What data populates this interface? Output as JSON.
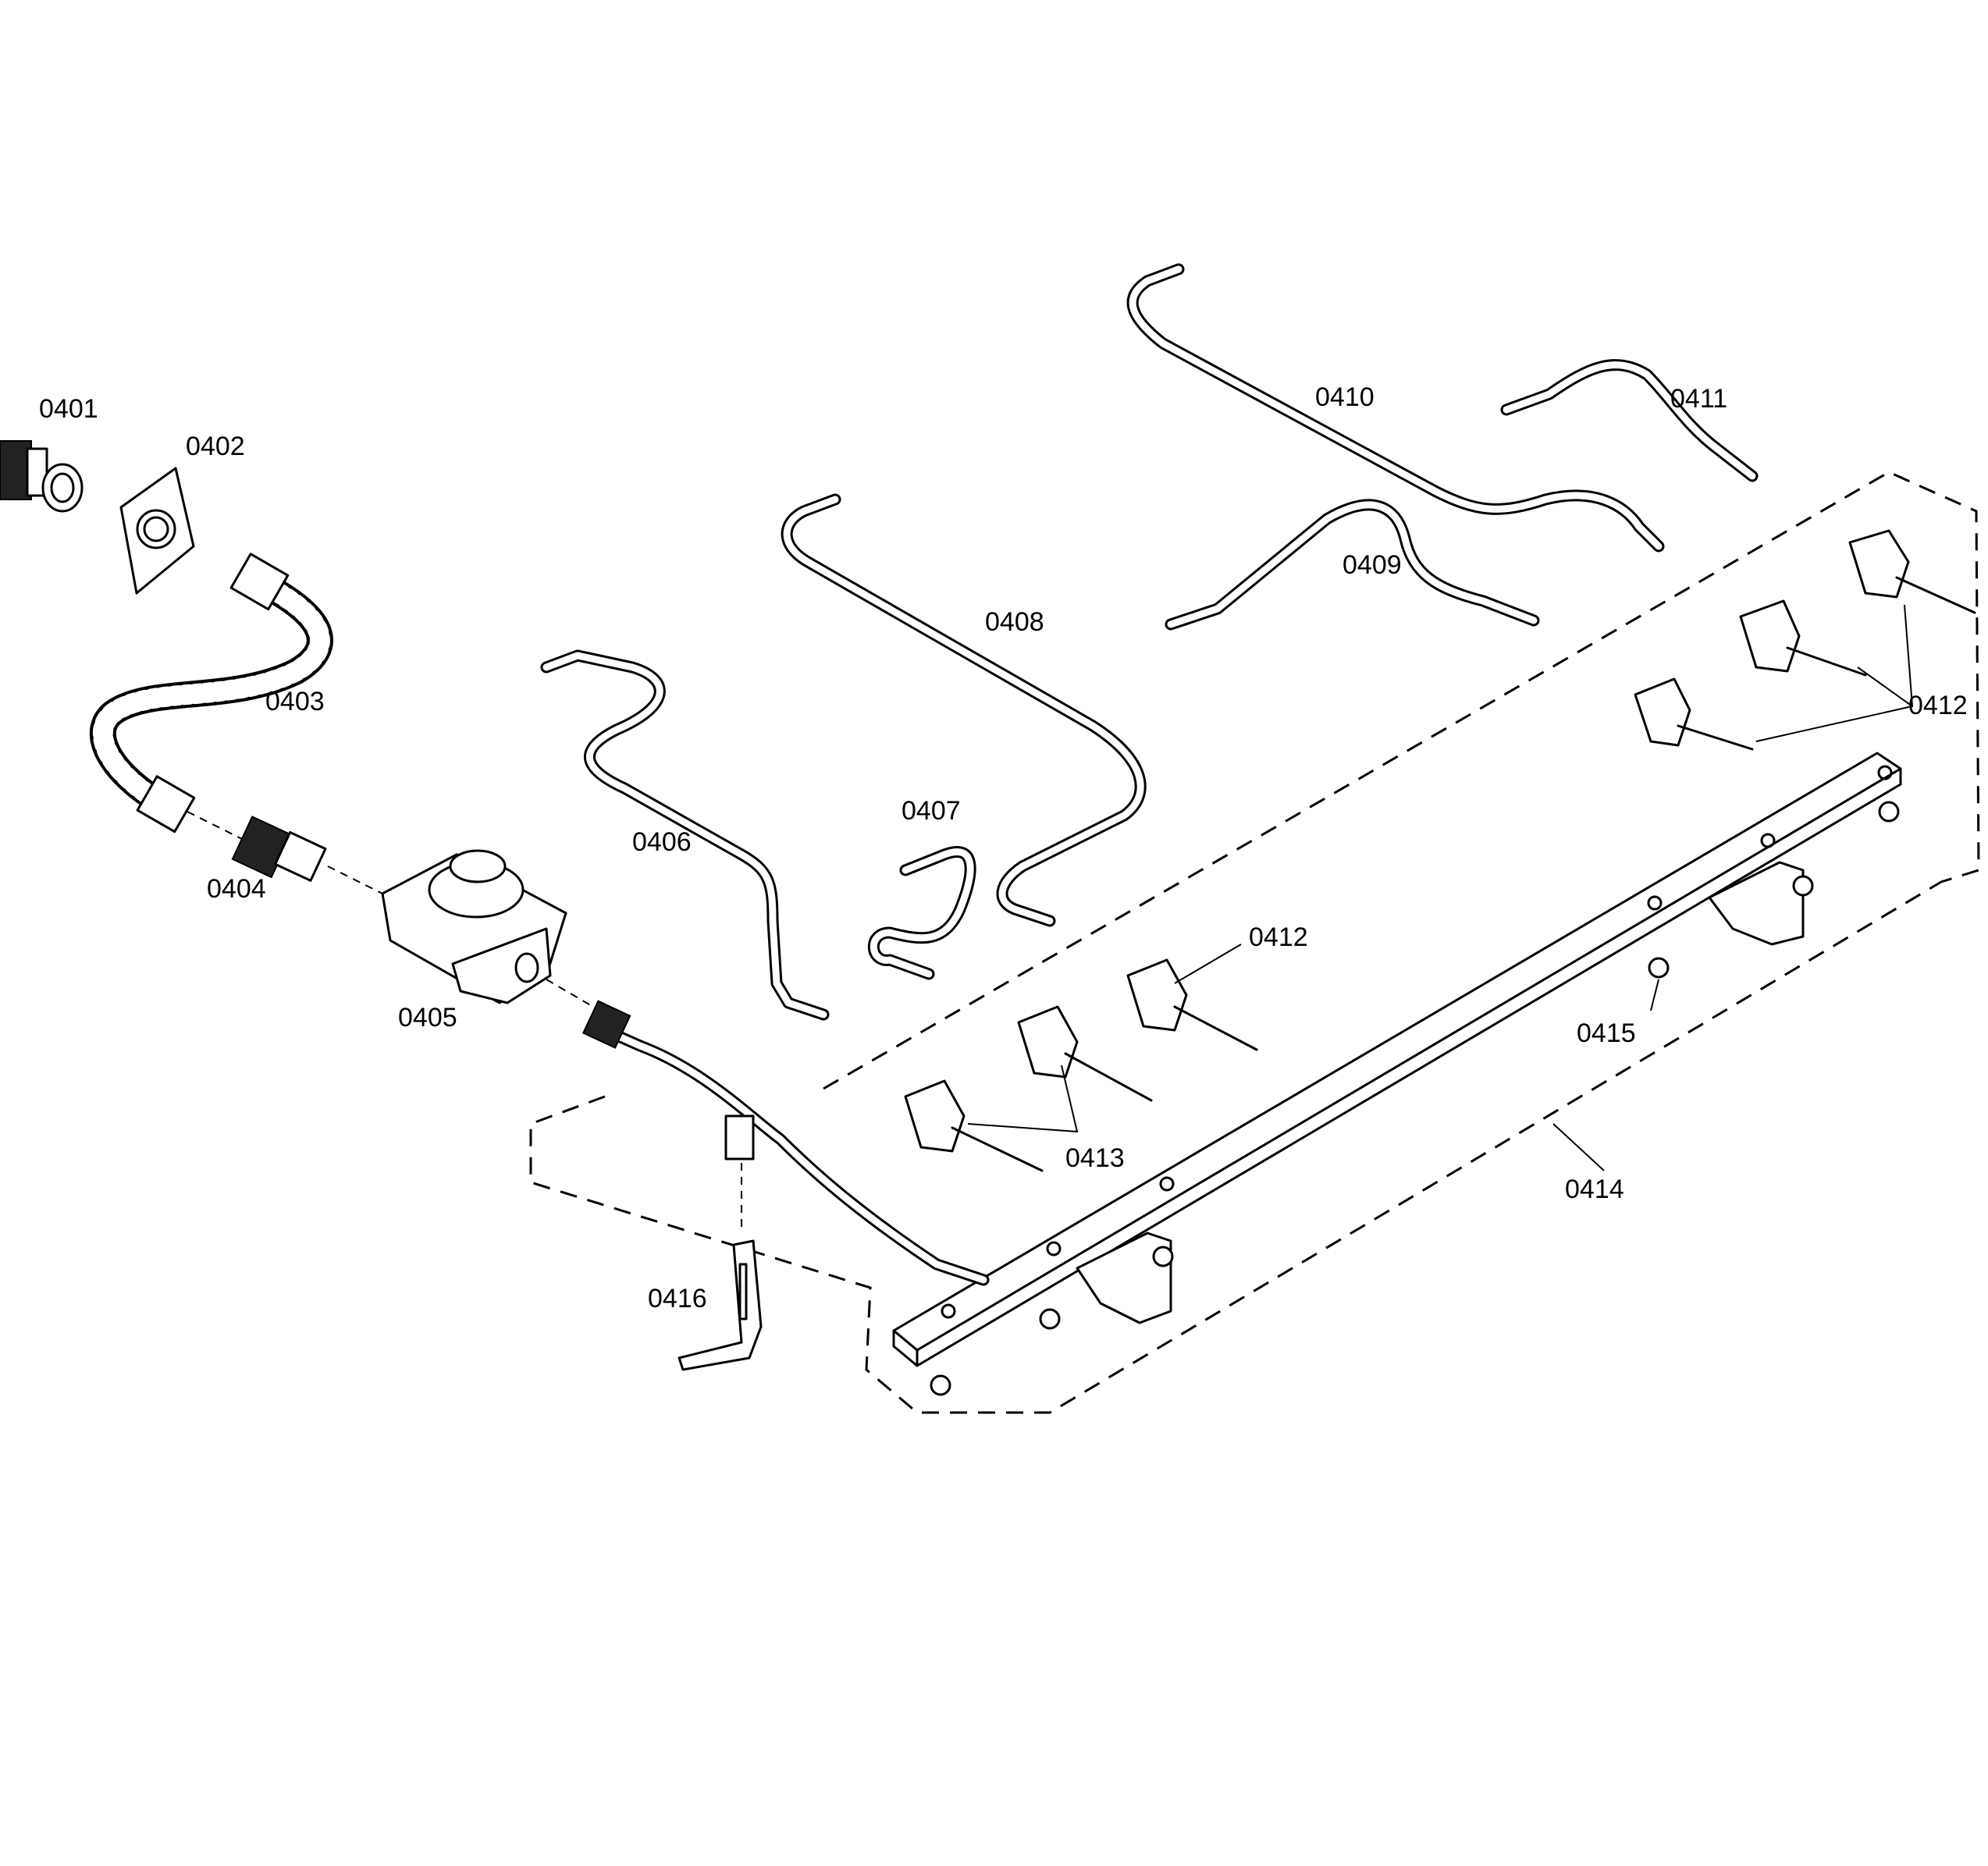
{
  "diagram": {
    "part_labels": {
      "p0401": "0401",
      "p0402": "0402",
      "p0403": "0403",
      "p0404": "0404",
      "p0405": "0405",
      "p0406": "0406",
      "p0407": "0407",
      "p0408": "0408",
      "p0409": "0409",
      "p0410": "0410",
      "p0411": "0411",
      "p0412_upper": "0412",
      "p0412_lower": "0412",
      "p0413": "0413",
      "p0414": "0414",
      "p0415": "0415",
      "p0416": "0416"
    }
  }
}
